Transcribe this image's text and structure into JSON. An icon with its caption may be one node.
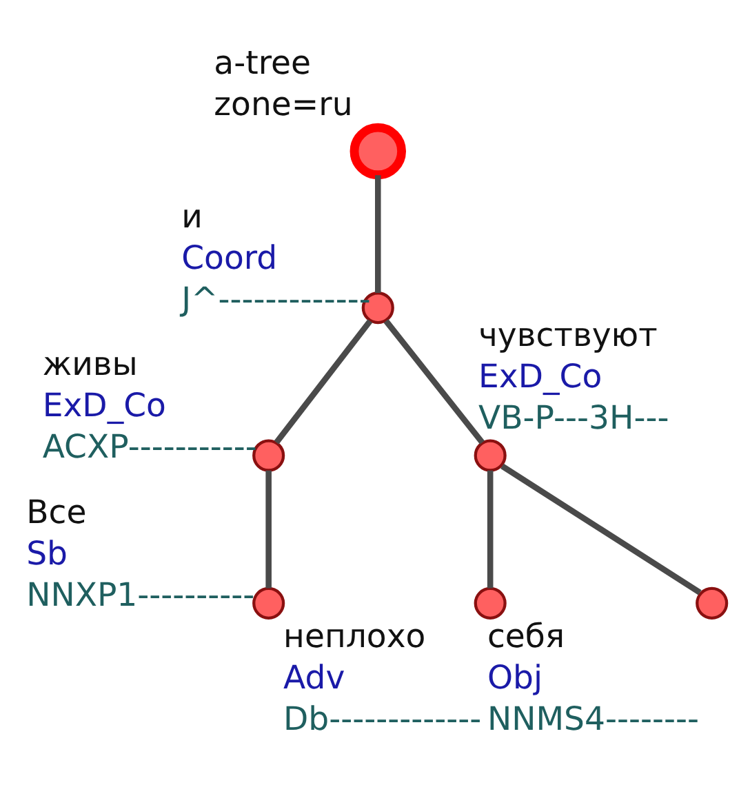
{
  "diagram": {
    "nodes": [
      {
        "text": [],
        "shape": "circle",
        "beside": [
          "a-tree",
          "zone=ru"
        ]
      },
      {
        "text": [],
        "shape": "circle",
        "beside": [
          "и",
          "Coord",
          "J^-------------"
        ]
      },
      {
        "text": [],
        "shape": "circle",
        "beside": [
          "живы",
          "ExD_Co",
          "ACXP-----------"
        ]
      },
      {
        "text": [],
        "shape": "circle",
        "beside": [
          "чувствуют",
          "ExD_Co",
          "VB-P---3H---"
        ]
      },
      {
        "text": [],
        "shape": "circle",
        "beside": [
          "Все",
          "Sb",
          "NNXP1----------"
        ]
      },
      {
        "text": [],
        "shape": "circle",
        "beside": [
          "неплохо",
          "Adv",
          "Db-------------"
        ]
      },
      {
        "text": [],
        "shape": "circle",
        "beside": [
          "себя",
          "Obj",
          "NNMS4--------"
        ]
      }
    ],
    "edges": [
      {
        "from": 0,
        "to": 1,
        "arrow": "none"
      },
      {
        "from": 1,
        "to": 2,
        "arrow": "none"
      },
      {
        "from": 1,
        "to": 3,
        "arrow": "none"
      },
      {
        "from": 2,
        "to": 4,
        "arrow": "none"
      },
      {
        "from": 3,
        "to": 5,
        "arrow": "none"
      },
      {
        "from": 3,
        "to": 6,
        "arrow": "none"
      }
    ]
  }
}
